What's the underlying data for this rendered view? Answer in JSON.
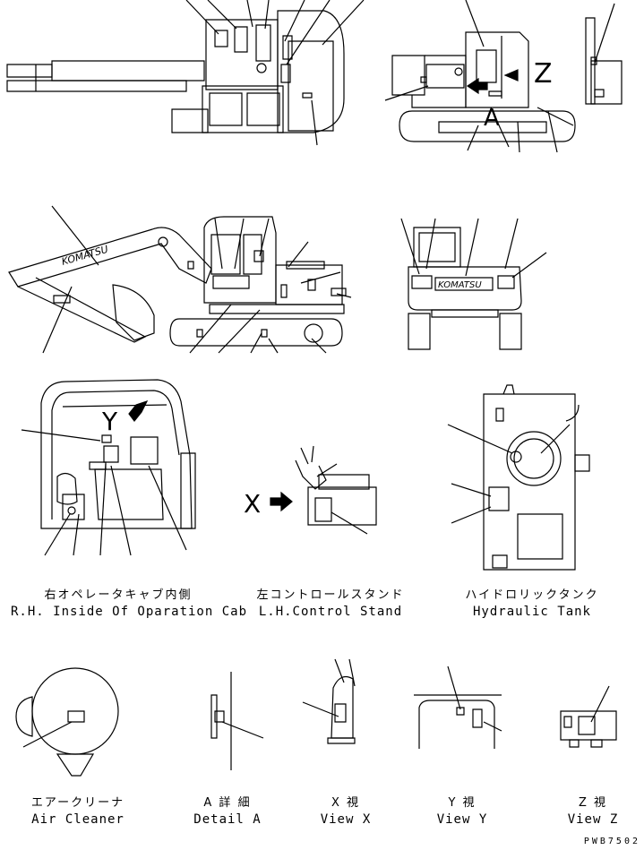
{
  "views": {
    "rh_cab": {
      "jp": "右オペレータキャブ内側",
      "en": "R.H. Inside Of Oparation Cab"
    },
    "lh_stand": {
      "jp": "左コントロールスタンド",
      "en": "L.H.Control Stand"
    },
    "hyd_tank": {
      "jp": "ハイドロリックタンク",
      "en": "Hydraulic Tank"
    },
    "air_cleaner": {
      "jp": "エアークリーナ",
      "en": "Air Cleaner"
    },
    "detail_a": {
      "jp": "A 詳 細",
      "en": "Detail A"
    },
    "view_x": {
      "jp": "X 視",
      "en": "View X"
    },
    "view_y": {
      "jp": "Y 視",
      "en": "View Y"
    },
    "view_z": {
      "jp": "Z 視",
      "en": "View Z"
    }
  },
  "marks": {
    "y": "Y",
    "x": "X",
    "z": "Z",
    "a": "A"
  },
  "brand": "KOMATSU",
  "drawing_code": "PWB7502"
}
